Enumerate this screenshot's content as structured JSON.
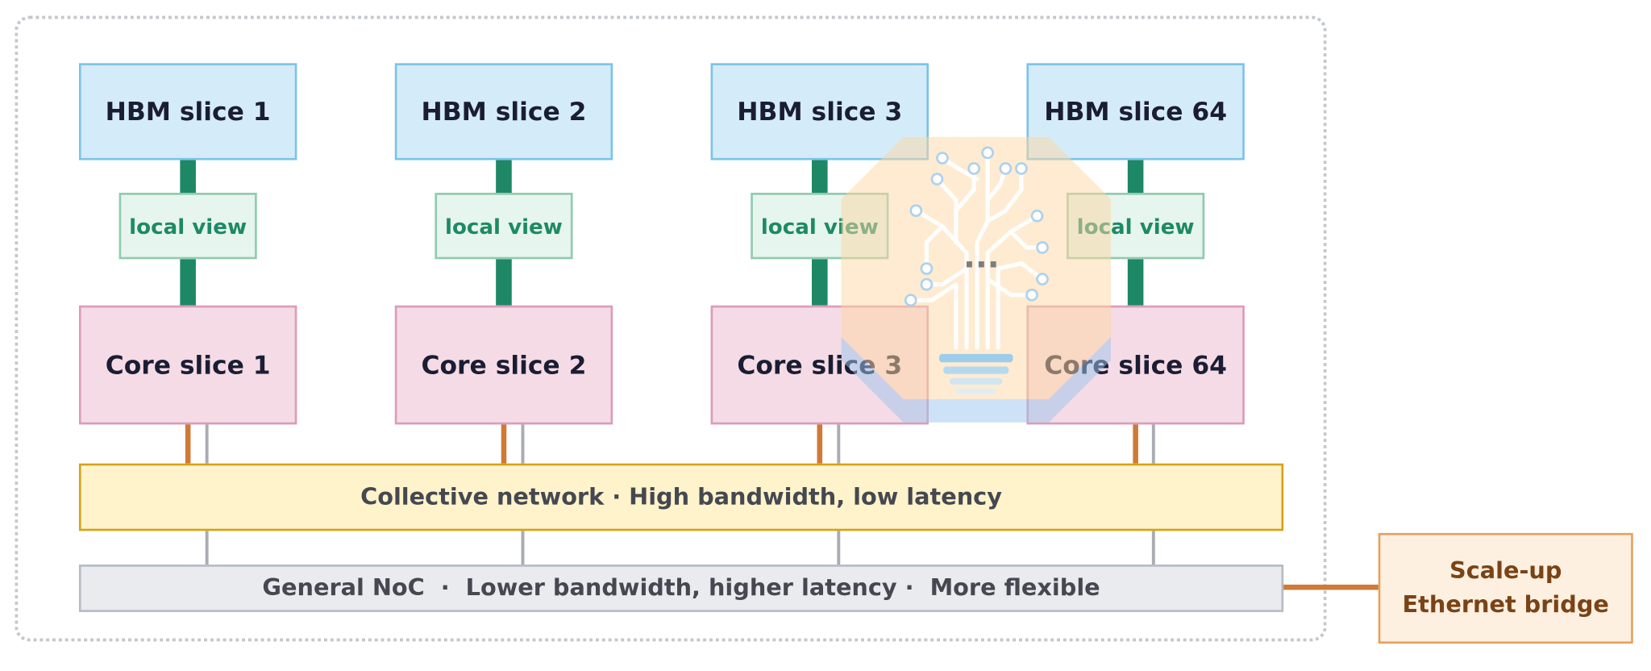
{
  "hbm_slices": [
    "HBM slice 1",
    "HBM slice 2",
    "HBM slice 3",
    "HBM slice 64"
  ],
  "local_view_label": "local view",
  "core_slices": [
    "Core slice 1",
    "Core slice 2",
    "Core slice 3",
    "Core slice 64"
  ],
  "collective_network": "Collective network · High bandwidth, low latency",
  "general_noc": "General NoC  ·  Lower bandwidth, higher latency ·  More flexible",
  "bridge": {
    "line1": "Scale-up",
    "line2": "Ethernet bridge"
  },
  "ellipsis": "...",
  "colors": {
    "hbm_fill": "#d4ecf9",
    "local_view_text": "#1d8a66",
    "core_fill": "#f5dbe5",
    "collective_fill": "#fef3ca",
    "noc_fill": "#e9ebef",
    "bridge_text": "#7a4316",
    "link_orange": "#cf7a36"
  }
}
